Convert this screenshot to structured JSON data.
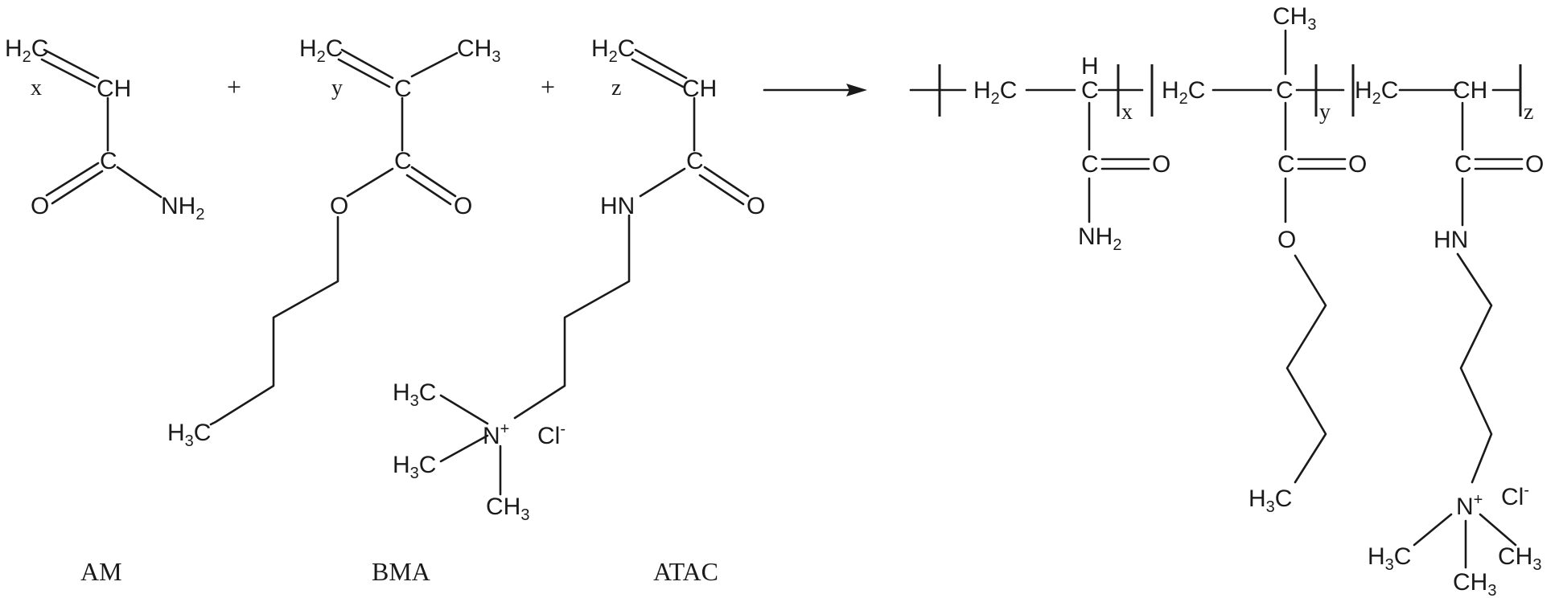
{
  "monomers": {
    "am": {
      "caption": "AM",
      "vinyl": {
        "base": "H",
        "sub": "2",
        "tail": "C"
      },
      "ch": "CH",
      "c": "C",
      "o": "O",
      "nh2": {
        "base": "NH",
        "sub": "2"
      },
      "coef": "x"
    },
    "bma": {
      "caption": "BMA",
      "vinyl": {
        "base": "H",
        "sub": "2",
        "tail": "C"
      },
      "c_alpha": "C",
      "ch3": {
        "base": "CH",
        "sub": "3"
      },
      "c_carbonyl": "C",
      "o_carbonyl": "O",
      "o_ester": "O",
      "h3c": {
        "base": "H",
        "sub": "3",
        "tail": "C"
      },
      "coef": "y"
    },
    "atac": {
      "caption": "ATAC",
      "vinyl": {
        "base": "H",
        "sub": "2",
        "tail": "C"
      },
      "ch": "CH",
      "c_carbonyl": "C",
      "o": "O",
      "hn": "HN",
      "n_plus": {
        "base": "N",
        "sup": "+"
      },
      "cl_minus": {
        "base": "Cl",
        "sup": "-"
      },
      "methyl_a": {
        "base": "H",
        "sub": "3",
        "tail": "C"
      },
      "methyl_b": {
        "base": "H",
        "sub": "3",
        "tail": "C"
      },
      "methyl_c": {
        "base": "CH",
        "sub": "3"
      },
      "coef": "z"
    }
  },
  "operators": {
    "plus_1": "+",
    "plus_2": "+"
  },
  "product": {
    "seg_am": {
      "h2c": {
        "base": "H",
        "sub": "2",
        "tail": "C"
      },
      "h": "H",
      "c": "C",
      "c_carbonyl": "C",
      "o": "O",
      "nh2": {
        "base": "NH",
        "sub": "2"
      },
      "index": "x"
    },
    "seg_bma": {
      "h2c": {
        "base": "H",
        "sub": "2",
        "tail": "C"
      },
      "ch3": {
        "base": "CH",
        "sub": "3"
      },
      "c": "C",
      "c_carbonyl": "C",
      "o_carbonyl": "O",
      "o_ester": "O",
      "h3c": {
        "base": "H",
        "sub": "3",
        "tail": "C"
      },
      "index": "y"
    },
    "seg_atac": {
      "h2c": {
        "base": "H",
        "sub": "2",
        "tail": "C"
      },
      "ch": "CH",
      "c_carbonyl": "C",
      "o": "O",
      "hn": "HN",
      "n_plus": {
        "base": "N",
        "sup": "+"
      },
      "cl_minus": {
        "base": "Cl",
        "sup": "-"
      },
      "methyl_a": {
        "base": "H",
        "sub": "3",
        "tail": "C"
      },
      "methyl_b": {
        "base": "CH",
        "sub": "3"
      },
      "methyl_c": {
        "base": "CH",
        "sub": "3"
      },
      "index": "z"
    }
  },
  "colors": {
    "ink": "#1a1a1a",
    "background": "#ffffff"
  }
}
